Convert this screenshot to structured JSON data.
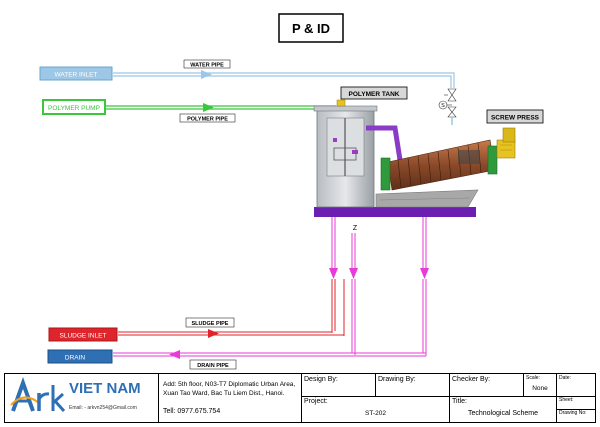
{
  "title": "P & ID",
  "labels": {
    "water_inlet": "WATER INLET",
    "water_pipe": "WATER PIPE",
    "polymer_pump": "POLYMER PUMP",
    "polymer_pipe": "POLYMER PIPE",
    "polymer_tank": "POLYMER TANK",
    "screw_press": "SCREW PRESS",
    "sludge_inlet": "SLUDGE INLET",
    "sludge_pipe": "SLUDGE PIPE",
    "drain": "DRAIN",
    "drain_pipe": "DRAIN PIPE",
    "valve_symbol": "S",
    "z_mark": "Z"
  },
  "colors": {
    "water": "#9cc7e6",
    "polymer": "#39c83c",
    "sludge": "#e0242b",
    "drain": "#2f6fb3",
    "pink": "#e83ad8",
    "base": "#6a1fb0"
  },
  "company": {
    "name": "VIET NAM",
    "logo_letters": "Ark",
    "email": "Email: - arkvn254@Gmail.com",
    "address_line1": "Add:  5th floor, N03-T7 Diplomatic Urban Area,",
    "address_line2": "Xuan Tao Ward, Bac Tu Liem Dist., Hanoi.",
    "tel": "Tell: 0977.675.754"
  },
  "titleblock": {
    "design_by_label": "Design By:",
    "drawing_by_label": "Drawing By:",
    "checker_by_label": "Checker By:",
    "scale_label": "Scale:",
    "scale_value": "None",
    "date_label": "Date:",
    "project_label": "Project:",
    "project_value": "ST-202",
    "title_label": "Title:",
    "title_value": "Technological Scheme",
    "sheet_label": "Sheet:",
    "drawing_no_label": "Drawing No:"
  }
}
